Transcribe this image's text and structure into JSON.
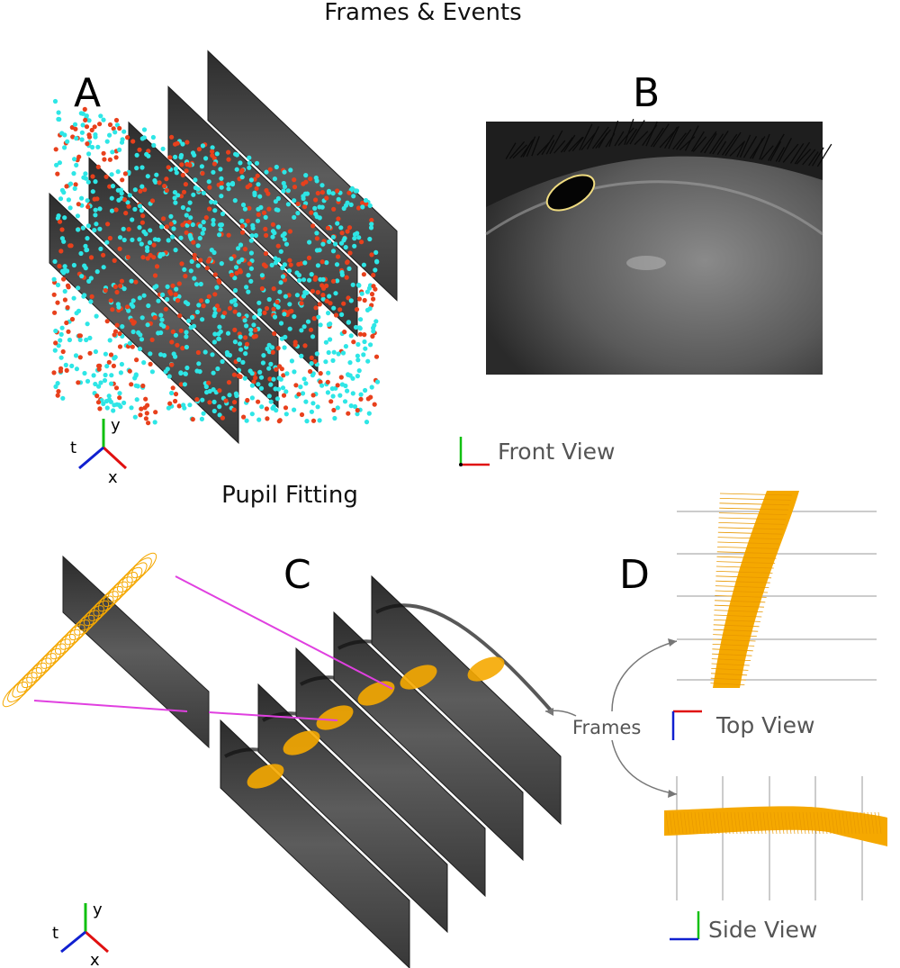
{
  "titles": {
    "top": "Frames & Events",
    "bottom": "Pupil Fitting"
  },
  "panels": {
    "a": "A",
    "b": "B",
    "c": "C",
    "d": "D"
  },
  "views": {
    "front": "Front View",
    "top": "Top View",
    "side": "Side View"
  },
  "frames_label": "Frames",
  "axes": {
    "t": "t",
    "y": "y",
    "x": "x"
  },
  "colors": {
    "event_on": "#e8401c",
    "event_off": "#2ee6e6",
    "pupil_fit": "#f5a800",
    "connector": "#e040e0",
    "axis_x": "#e01010",
    "axis_y": "#10c010",
    "axis_t": "#1020d0"
  }
}
